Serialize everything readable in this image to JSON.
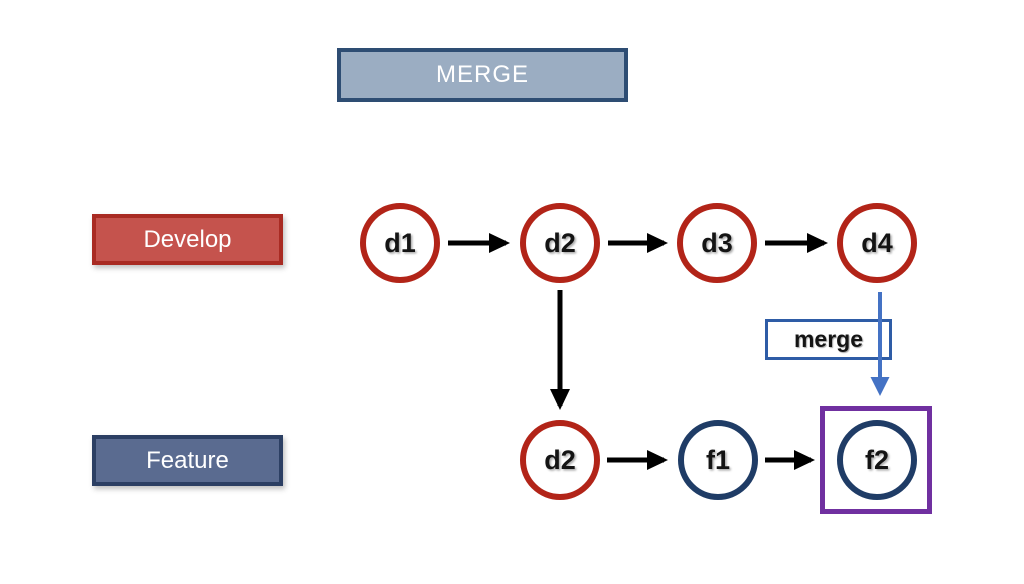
{
  "diagram": {
    "title": "MERGE",
    "branches": {
      "develop": {
        "label": "Develop",
        "fill": "#c5534d",
        "border": "#a92b23"
      },
      "feature": {
        "label": "Feature",
        "fill": "#5a6b90",
        "border": "#2c3f63"
      }
    },
    "nodes": {
      "d1": {
        "label": "d1",
        "branch": "develop"
      },
      "d2": {
        "label": "d2",
        "branch": "develop"
      },
      "d3": {
        "label": "d3",
        "branch": "develop"
      },
      "d4": {
        "label": "d4",
        "branch": "develop"
      },
      "fd2": {
        "label": "d2",
        "branch": "feature"
      },
      "f1": {
        "label": "f1",
        "branch": "feature"
      },
      "f2": {
        "label": "f2",
        "branch": "feature"
      }
    },
    "merge_annotation": "merge",
    "edges": [
      {
        "from": "d1",
        "to": "d2",
        "style": "black"
      },
      {
        "from": "d2",
        "to": "d3",
        "style": "black"
      },
      {
        "from": "d3",
        "to": "d4",
        "style": "black"
      },
      {
        "from": "d2",
        "to": "fd2",
        "style": "black"
      },
      {
        "from": "fd2",
        "to": "f1",
        "style": "black"
      },
      {
        "from": "f1",
        "to": "f2",
        "style": "black"
      },
      {
        "from": "d4",
        "to": "f2",
        "style": "blue-merge"
      }
    ],
    "colors": {
      "title_fill": "#9badc2",
      "title_border": "#2e4d73",
      "develop_commit_ring": "#b22418",
      "feature_commit_ring": "#1f3c66",
      "merge_arrow": "#4472c4",
      "merge_tag_border": "#2e5ca6",
      "highlight_square": "#7030a0",
      "edge_black": "#000000",
      "background": "#ffffff"
    }
  }
}
